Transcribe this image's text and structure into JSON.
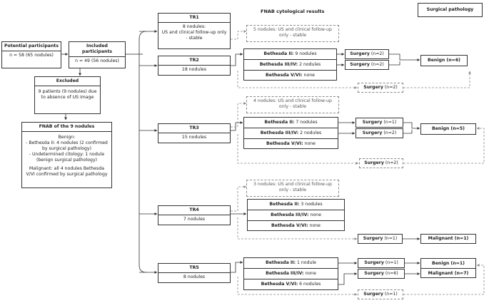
{
  "headers": {
    "fnab": "FNAB cytological results",
    "surgical": "Surgical pathology"
  },
  "potential": {
    "title": "Potential participants",
    "body": "n = 58 (65 nodules)"
  },
  "included": {
    "title": "Included participants",
    "body": "n = 49 (56 nodules)"
  },
  "excluded": {
    "title": "Excluded",
    "body": "9 patients (9 nodules) due to absence of US image"
  },
  "fnab9": {
    "title": "FNAB of the 9 nodules",
    "benign_head": "Benign:",
    "benign_items": [
      "- Bethesda II: 4 nodules (2 confirmed by surgical pathology)",
      "- Undetermined citology: 1 nodule (benign surgical pathology)"
    ],
    "malignant": "Malignant: all 4 nodules Bethesda V/VI confirmed by surgical pathology"
  },
  "tr": [
    {
      "title": "TR1",
      "body": "8 nodules:\nUS and clinical follow-up only - stable"
    },
    {
      "title": "TR2",
      "body": "18 nodules"
    },
    {
      "title": "TR3",
      "body": "15 nodules"
    },
    {
      "title": "TR4",
      "body": "7 nodules"
    },
    {
      "title": "TR5",
      "body": "8 nodules"
    }
  ],
  "followups": [
    "5 nodules: US and clinical follow-up only - stable",
    "4 nodules: US and clinical follow-up only - stable",
    "3 nodules: US and clinical follow-up only - stable"
  ],
  "bethesda_labels": [
    "Bethesda II:",
    "Bethesda III/IV:",
    "Bethesda V/VI:"
  ],
  "bethesda": {
    "tr2": [
      "9 nodules",
      "2 nodules",
      "none"
    ],
    "tr3": [
      "7 nodules",
      "2 nodules",
      "none"
    ],
    "tr4": [
      "3 nodules",
      "none",
      "none"
    ],
    "tr5": [
      "1 nodule",
      "none",
      "6 nodules"
    ]
  },
  "surgery": {
    "tr2": [
      "(n=2)",
      "(n=2)",
      "(n=2)"
    ],
    "tr3": [
      "(n=1)",
      "(n=2)",
      "(n=2)"
    ],
    "tr4": [
      "(n=1)"
    ],
    "tr5": [
      "(n=1)",
      "(n=6)",
      "(n=1)"
    ],
    "label": "Surgery"
  },
  "outcomes": {
    "tr2_benign": "Benign (n=6)",
    "tr3_benign": "Benign (n=5)",
    "tr4_malignant": "Malignant (n=1)",
    "tr5_benign": "Benign (n=1)",
    "tr5_malignant": "Malignant (n=7)"
  }
}
